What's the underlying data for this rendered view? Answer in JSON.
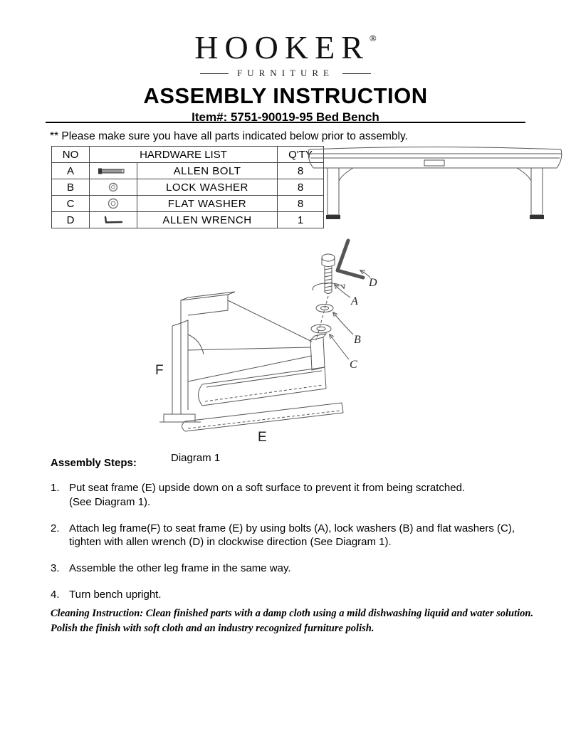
{
  "page": {
    "brand": "HOOKER",
    "registered": "®",
    "brand_sub": "FURNITURE",
    "title": "ASSEMBLY INSTRUCTION",
    "item": "Item#: 5751-90019-95 Bed Bench",
    "notice": "** Please make sure you have all parts indicated below prior to assembly."
  },
  "hardware": {
    "headers": {
      "no": "NO",
      "list": "HARDWARE LIST",
      "qty": "Q'TY"
    },
    "rows": [
      {
        "no": "A",
        "name": "ALLEN BOLT",
        "qty": "8"
      },
      {
        "no": "B",
        "name": "LOCK WASHER",
        "qty": "8"
      },
      {
        "no": "C",
        "name": "FLAT WASHER",
        "qty": "8"
      },
      {
        "no": "D",
        "name": "ALLEN WRENCH",
        "qty": "1"
      }
    ]
  },
  "diagram": {
    "caption": "Diagram 1",
    "labels": {
      "f": "F",
      "e": "E",
      "d": "D",
      "a": "A",
      "b": "B",
      "c": "C"
    }
  },
  "steps": {
    "heading": "Assembly Steps:",
    "items": [
      {
        "num": "1.",
        "text": "Put seat frame (E) upside down on a soft surface to prevent it from being scratched.\n(See Diagram 1)."
      },
      {
        "num": "2.",
        "text": "Attach leg frame(F) to seat frame (E) by using bolts (A), lock washers (B) and flat washers (C),\ntighten with allen wrench (D) in clockwise direction (See Diagram 1)."
      },
      {
        "num": "3.",
        "text": "Assemble the other leg frame in the same way."
      },
      {
        "num": "4.",
        "text": "Turn bench upright."
      }
    ]
  },
  "cleaning": "Cleaning Instruction: Clean finished parts with a damp cloth using a mild dishwashing liquid and water solution.\nPolish the finish with soft cloth and an industry recognized furniture polish."
}
